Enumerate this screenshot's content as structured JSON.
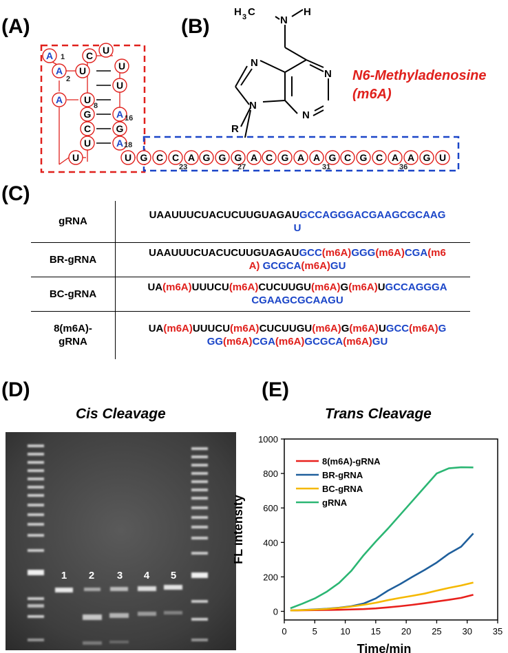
{
  "panels": {
    "A": "(A)",
    "B": "(B)",
    "C": "(C)",
    "D": "(D)",
    "E": "(E)"
  },
  "panel_b": {
    "atoms": {
      "h3c": "H",
      "h3c_sub": "3",
      "h3c_c": "C",
      "n": "N",
      "h": "H",
      "n1": "N",
      "n3": "N",
      "n7": "N",
      "n9": "N",
      "r": "R"
    },
    "title_line1": "N6-Methyladenosine",
    "title_line2": "(m6A)"
  },
  "panel_a": {
    "nucleotides": [
      {
        "t": "A",
        "m6a": true
      },
      {
        "t": "A",
        "m6a": true
      },
      {
        "t": "U"
      },
      {
        "t": "C"
      },
      {
        "t": "U"
      },
      {
        "t": "U"
      },
      {
        "t": "G"
      },
      {
        "t": "U"
      },
      {
        "t": "A",
        "m6a": true
      },
      {
        "t": "U"
      },
      {
        "t": "A",
        "m6a": true
      },
      {
        "t": "C"
      },
      {
        "t": "G"
      },
      {
        "t": "U"
      },
      {
        "t": "A",
        "m6a": true
      },
      {
        "t": "U"
      },
      {
        "t": "U"
      },
      {
        "t": "G"
      },
      {
        "t": "C"
      },
      {
        "t": "C"
      },
      {
        "t": "A"
      },
      {
        "t": "G"
      },
      {
        "t": "G"
      },
      {
        "t": "G"
      },
      {
        "t": "A"
      },
      {
        "t": "C"
      },
      {
        "t": "G"
      },
      {
        "t": "A"
      },
      {
        "t": "A"
      },
      {
        "t": "G"
      },
      {
        "t": "C"
      },
      {
        "t": "G"
      },
      {
        "t": "C"
      },
      {
        "t": "A"
      },
      {
        "t": "A"
      },
      {
        "t": "G"
      },
      {
        "t": "U"
      }
    ],
    "numbers": [
      "1",
      "2",
      "8",
      "16",
      "18",
      "23",
      "27",
      "31",
      "36"
    ]
  },
  "table": {
    "rows": [
      {
        "name": "gRNA",
        "parts": [
          [
            "k",
            "UAAUUUCUACUCUUGUAGAU"
          ],
          [
            "b",
            "GCCAGGGACGAAGCGCAAG"
          ],
          [
            "br",
            ""
          ],
          [
            "b",
            "U"
          ]
        ]
      },
      {
        "name": "BR-gRNA",
        "parts": [
          [
            "k",
            "UAAUUUCUACUCUUGUAGAU"
          ],
          [
            "b",
            "GCC"
          ],
          [
            "m",
            "(m6A)"
          ],
          [
            "b",
            "GGG"
          ],
          [
            "m",
            "(m6A)"
          ],
          [
            "b",
            "CGA"
          ],
          [
            "m",
            "(m6"
          ],
          [
            "br",
            ""
          ],
          [
            "m",
            "A)"
          ],
          [
            "b",
            " GCGCA"
          ],
          [
            "m",
            "(m6A)"
          ],
          [
            "b",
            "GU"
          ]
        ]
      },
      {
        "name": "BC-gRNA",
        "parts": [
          [
            "k",
            "UA"
          ],
          [
            "m",
            "(m6A)"
          ],
          [
            "k",
            "UUUCU"
          ],
          [
            "m",
            "(m6A)"
          ],
          [
            "k",
            "CUCUUGU"
          ],
          [
            "m",
            "(m6A)"
          ],
          [
            "k",
            "G"
          ],
          [
            "m",
            "(m6A)"
          ],
          [
            "k",
            "U"
          ],
          [
            "b",
            "GCCAGGGA"
          ],
          [
            "br",
            ""
          ],
          [
            "b",
            "CGAAGCGCAAGU"
          ]
        ]
      },
      {
        "name": "8(m6A)-gRNA",
        "parts": [
          [
            "k",
            "UA"
          ],
          [
            "m",
            "(m6A)"
          ],
          [
            "k",
            "UUUCU"
          ],
          [
            "m",
            "(m6A)"
          ],
          [
            "k",
            "CUCUUGU"
          ],
          [
            "m",
            "(m6A)"
          ],
          [
            "k",
            "G"
          ],
          [
            "m",
            "(m6A)"
          ],
          [
            "k",
            "U"
          ],
          [
            "b",
            "GCC"
          ],
          [
            "m",
            "(m6A)"
          ],
          [
            "b",
            "G"
          ],
          [
            "br",
            ""
          ],
          [
            "b",
            "GG"
          ],
          [
            "m",
            "(m6A)"
          ],
          [
            "b",
            "CGA"
          ],
          [
            "m",
            "(m6A)"
          ],
          [
            "b",
            "GCGCA"
          ],
          [
            "m",
            "(m6A)"
          ],
          [
            "b",
            "GU"
          ]
        ]
      }
    ]
  },
  "panel_d": {
    "title": "Cis Cleavage",
    "lanes": [
      "1",
      "2",
      "3",
      "4",
      "5"
    ]
  },
  "panel_e": {
    "title": "Trans Cleavage"
  },
  "chart_data": {
    "type": "line",
    "title": "Trans Cleavage",
    "xlabel": "Time/min",
    "ylabel": "FL intensity",
    "xlim": [
      0,
      35
    ],
    "ylim": [
      -50,
      1000
    ],
    "xticks": [
      0,
      5,
      10,
      15,
      20,
      25,
      30,
      35
    ],
    "yticks": [
      0,
      200,
      400,
      600,
      800,
      1000
    ],
    "grid": false,
    "legend_position": "top-left",
    "x": [
      1,
      3,
      5,
      7,
      9,
      11,
      13,
      15,
      17,
      19,
      21,
      23,
      25,
      27,
      29,
      31
    ],
    "series": [
      {
        "name": "8(m6A)-gRNA",
        "color": "#e8201c",
        "values": [
          5,
          6,
          7,
          8,
          9,
          11,
          13,
          17,
          23,
          30,
          38,
          47,
          57,
          67,
          78,
          96
        ]
      },
      {
        "name": "BR-gRNA",
        "color": "#1f5f9c",
        "values": [
          5,
          8,
          11,
          15,
          21,
          30,
          45,
          75,
          120,
          158,
          200,
          240,
          283,
          335,
          375,
          452
        ]
      },
      {
        "name": "BC-gRNA",
        "color": "#f5b800",
        "values": [
          5,
          7,
          10,
          14,
          20,
          28,
          38,
          50,
          65,
          78,
          90,
          103,
          120,
          136,
          150,
          167
        ]
      },
      {
        "name": "gRNA",
        "color": "#2bb673",
        "values": [
          18,
          45,
          75,
          115,
          165,
          235,
          325,
          405,
          480,
          560,
          640,
          720,
          800,
          830,
          836,
          835
        ]
      }
    ]
  }
}
